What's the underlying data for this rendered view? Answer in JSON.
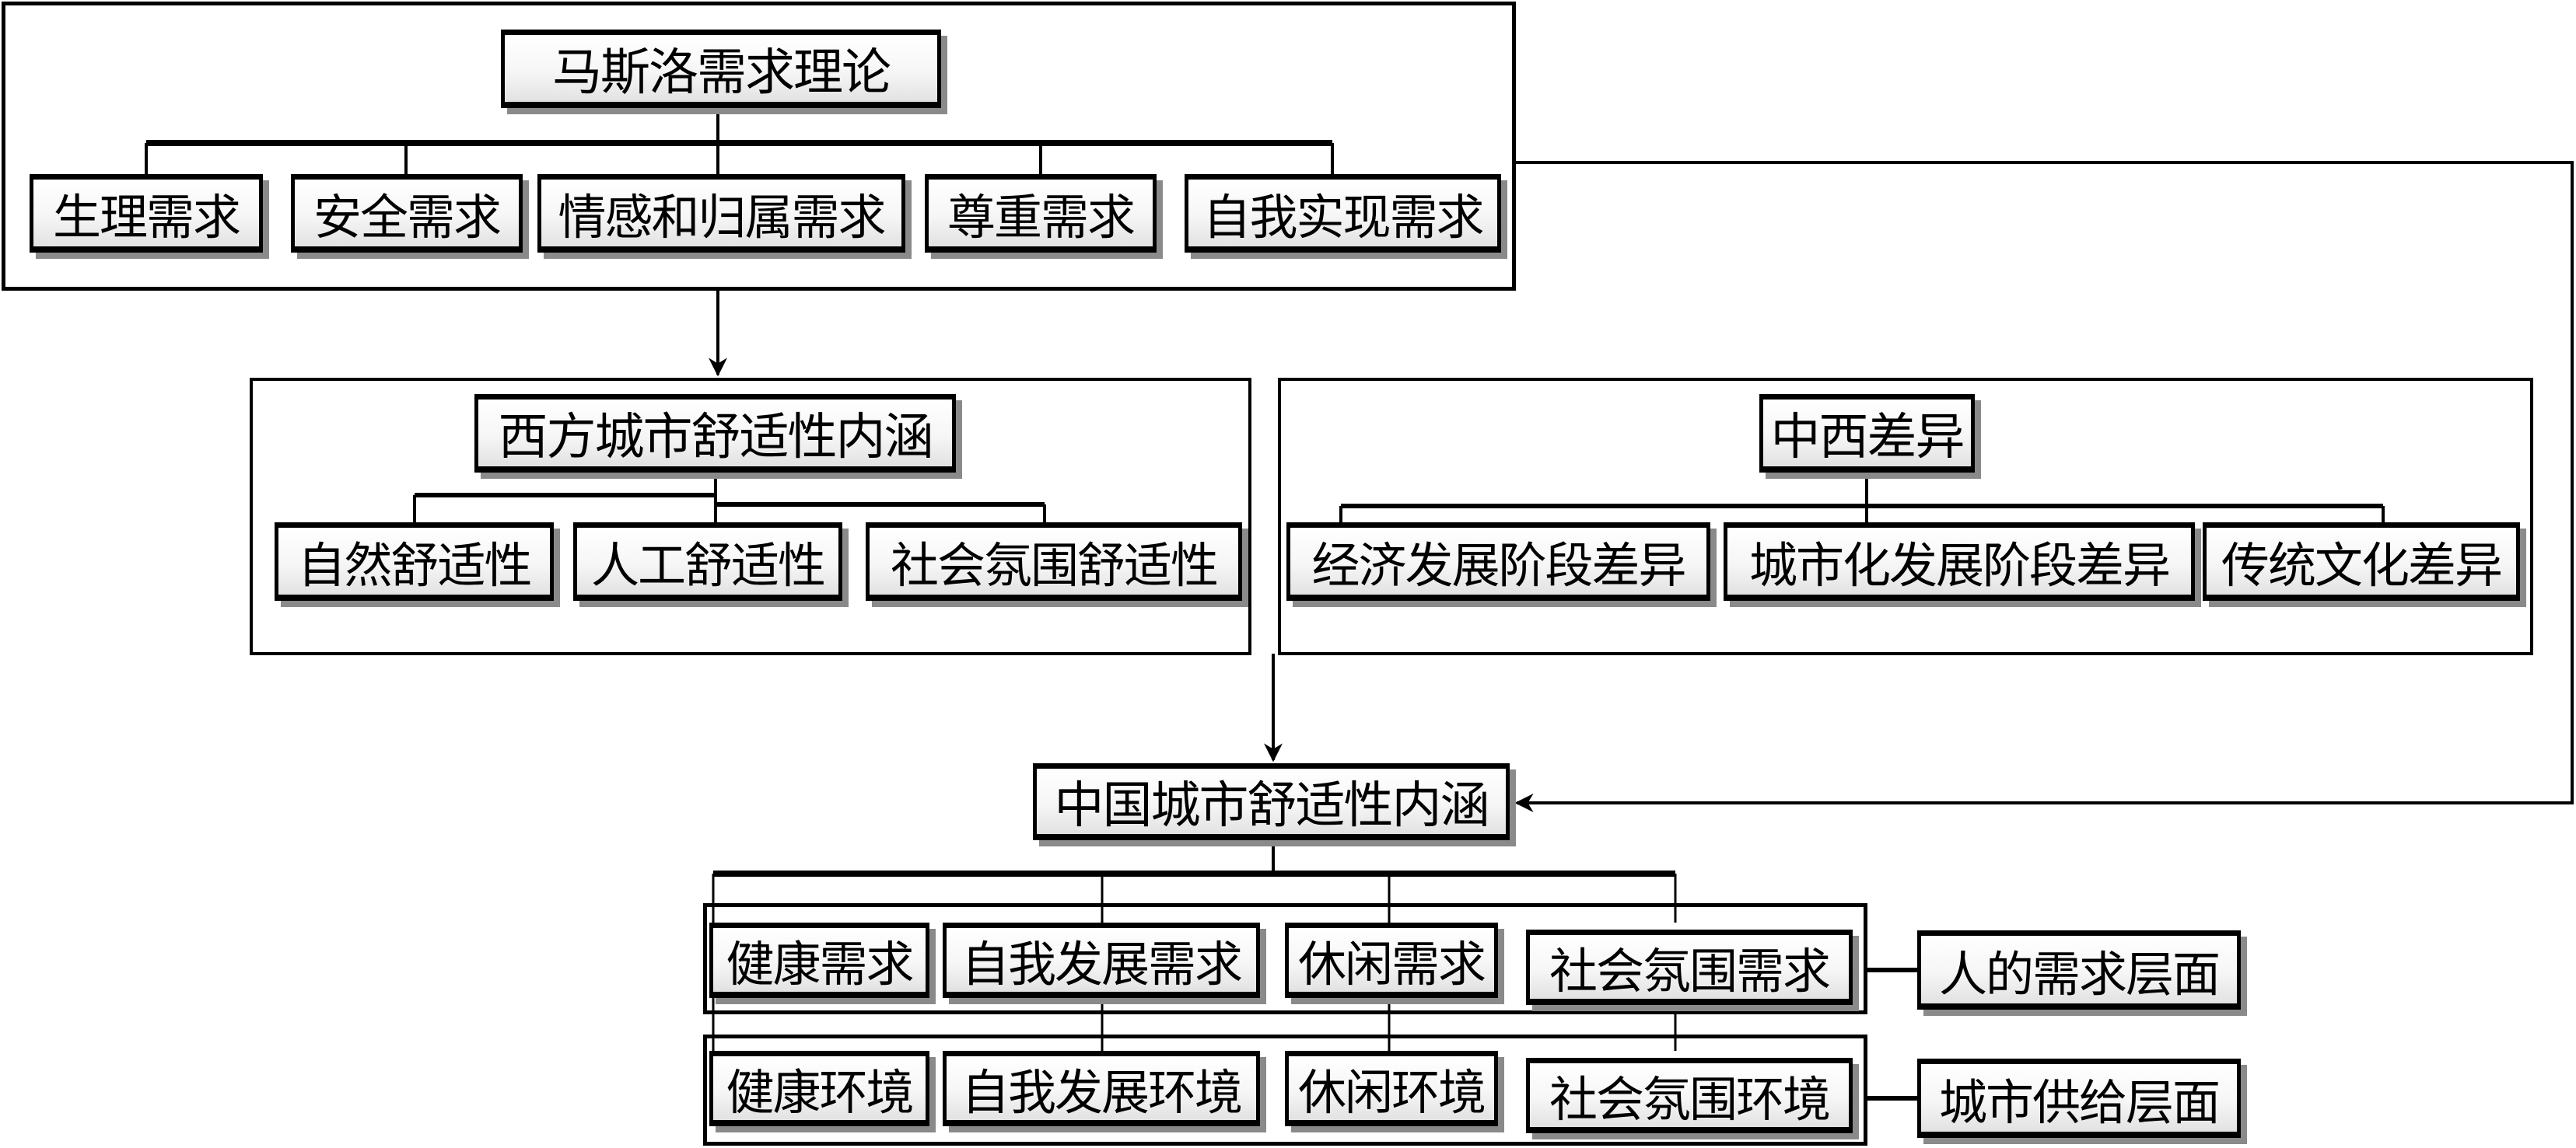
{
  "maslow": {
    "title": "马斯洛需求理论",
    "children": [
      "生理需求",
      "安全需求",
      "情感和归属需求",
      "尊重需求",
      "自我实现需求"
    ]
  },
  "western": {
    "title": "西方城市舒适性内涵",
    "children": [
      "自然舒适性",
      "人工舒适性",
      "社会氛围舒适性"
    ]
  },
  "differences": {
    "title": "中西差异",
    "children": [
      "经济发展阶段差异",
      "城市化发展阶段差异",
      "传统文化差异"
    ]
  },
  "chinese": {
    "title": "中国城市舒适性内涵",
    "needs": [
      "健康需求",
      "自我发展需求",
      "休闲需求",
      "社会氛围需求"
    ],
    "environments": [
      "健康环境",
      "自我发展环境",
      "休闲环境",
      "社会氛围环境"
    ],
    "needs_level_label": "人的需求层面",
    "supply_level_label": "城市供给层面"
  }
}
